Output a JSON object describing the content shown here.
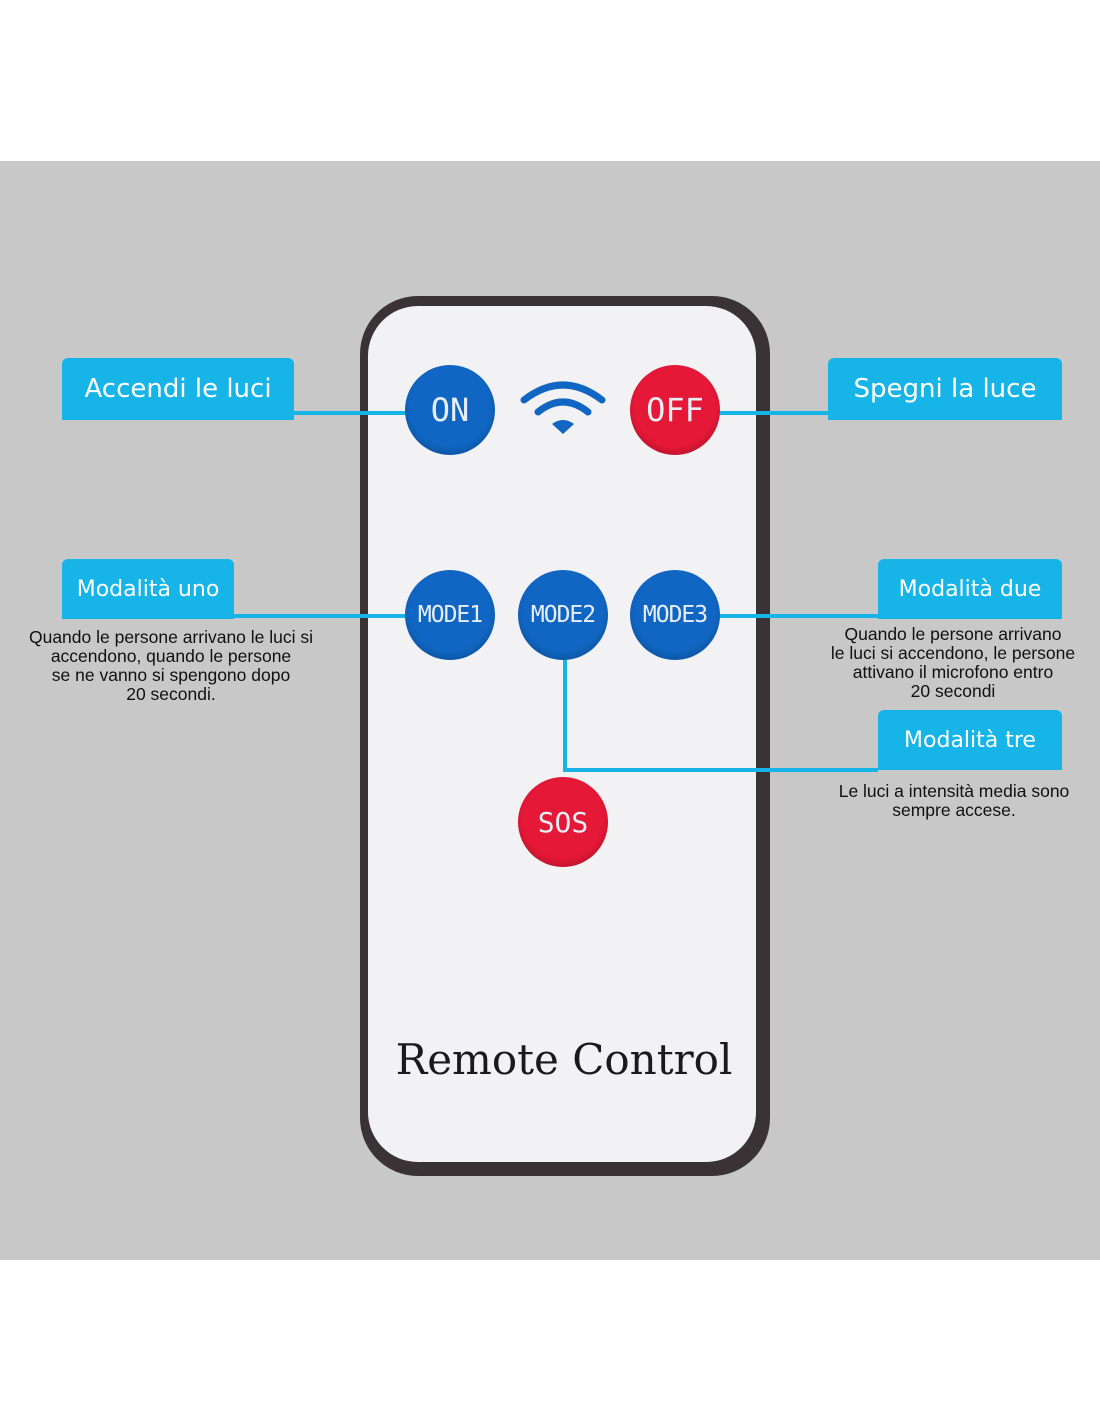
{
  "remote": {
    "label": "Remote Control",
    "buttons": {
      "on": "ON",
      "off": "OFF",
      "mode1": "MODE1",
      "mode2": "MODE2",
      "mode3": "MODE3",
      "sos": "SOS"
    },
    "signal_icon": "wifi-icon"
  },
  "callouts": {
    "accendi": "Accendi le luci",
    "spegni": "Spegni la luce",
    "modalita_uno": {
      "title": "Modalità uno",
      "lines": [
        "Quando le persone arrivano le luci si",
        "accendono, quando le persone",
        "se ne vanno si spengono dopo",
        "20 secondi."
      ]
    },
    "modalita_due": {
      "title": "Modalità due",
      "lines": [
        "Quando le persone arrivano",
        "le luci si accendono, le persone",
        "attivano il microfono entro",
        "20 secondi"
      ]
    },
    "modalita_tre": {
      "title": "Modalità tre",
      "lines": [
        "Le luci a intensità media sono",
        "sempre accese."
      ]
    }
  },
  "colors": {
    "accent": "#17b4e8",
    "button_blue": "#1066c2",
    "button_red": "#e51837",
    "background_panel": "#c8c8c8"
  }
}
